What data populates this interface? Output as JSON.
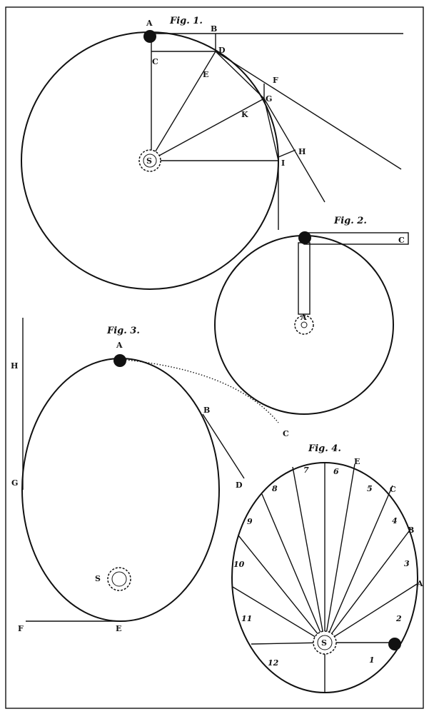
{
  "figures": {
    "fig1": {
      "title": "Fig. 1.",
      "labels": {
        "A": "A",
        "B": "B",
        "C": "C",
        "D": "D",
        "E": "E",
        "F": "F",
        "G": "G",
        "H": "H",
        "I": "I",
        "K": "K",
        "S": "S"
      }
    },
    "fig2": {
      "title": "Fig. 2.",
      "labels": {
        "A": "A",
        "C": "C"
      }
    },
    "fig3": {
      "title": "Fig. 3.",
      "labels": {
        "A": "A",
        "B": "B",
        "C": "C",
        "D": "D",
        "E": "E",
        "F": "F",
        "G": "G",
        "H": "H",
        "S": "S"
      }
    },
    "fig4": {
      "title": "Fig. 4.",
      "labels": {
        "A": "A",
        "B": "B",
        "C": "C",
        "E": "E",
        "S": "S"
      },
      "sectors": [
        "1",
        "2",
        "3",
        "4",
        "5",
        "6",
        "7",
        "8",
        "9",
        "10",
        "11",
        "12"
      ]
    }
  }
}
